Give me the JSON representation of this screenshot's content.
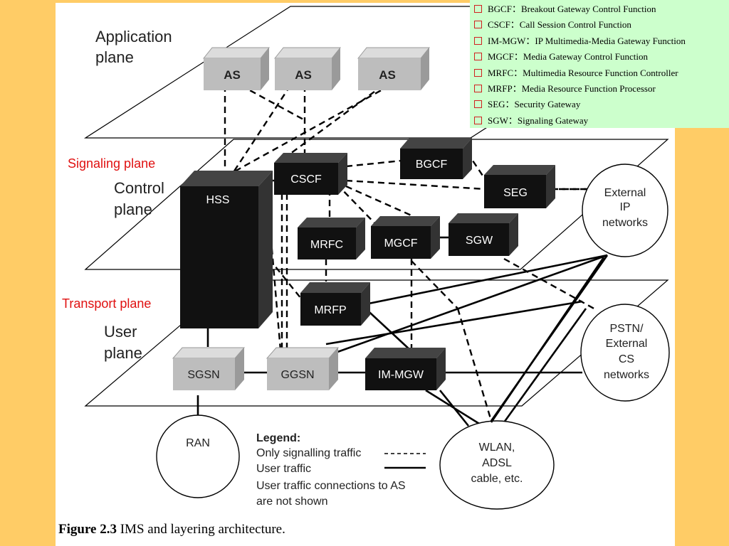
{
  "abbreviations": [
    "BGCF：Breakout Gateway Control Function",
    "CSCF：Call Session Control Function",
    "IM-MGW：IP Multimedia-Media Gateway Function",
    "MGCF：Media Gateway Control Function",
    "MRFC：Multimedia Resource Function Controller",
    "MRFP：Media Resource Function Processor",
    "SEG：Security Gateway",
    "SGW：Signaling Gateway"
  ],
  "annotations": {
    "signaling_plane": "Signaling plane",
    "transport_plane": "Transport plane"
  },
  "planes": {
    "application": [
      "Application",
      "plane"
    ],
    "control": [
      "Control",
      "plane"
    ],
    "user": [
      "User",
      "plane"
    ]
  },
  "nodes": {
    "as1": "AS",
    "as2": "AS",
    "as3": "AS",
    "hss": "HSS",
    "cscf": "CSCF",
    "bgcf": "BGCF",
    "seg": "SEG",
    "mrfc": "MRFC",
    "mgcf": "MGCF",
    "sgw": "SGW",
    "mrfp": "MRFP",
    "sgsn": "SGSN",
    "ggsn": "GGSN",
    "immgw": "IM-MGW"
  },
  "networks": {
    "external_ip": [
      "External",
      "IP",
      "networks"
    ],
    "pstn": [
      "PSTN/",
      "External",
      "CS",
      "networks"
    ],
    "ran": [
      "RAN"
    ],
    "wlan": [
      "WLAN,",
      "ADSL",
      "cable, etc."
    ]
  },
  "legend": {
    "title": "Legend:",
    "signalling": "Only signalling traffic",
    "user_traffic": "User traffic",
    "note_line1": "User traffic connections to AS",
    "note_line2": "are not shown"
  },
  "caption": {
    "number": "Figure 2.3",
    "text": "IMS and layering architecture."
  },
  "colors": {
    "background": "#ffcc66",
    "abbreviation_panel": "#ccffcc",
    "annotation_red": "#e01010",
    "dark_node": "#111111",
    "light_node": "#bdbdbd"
  }
}
